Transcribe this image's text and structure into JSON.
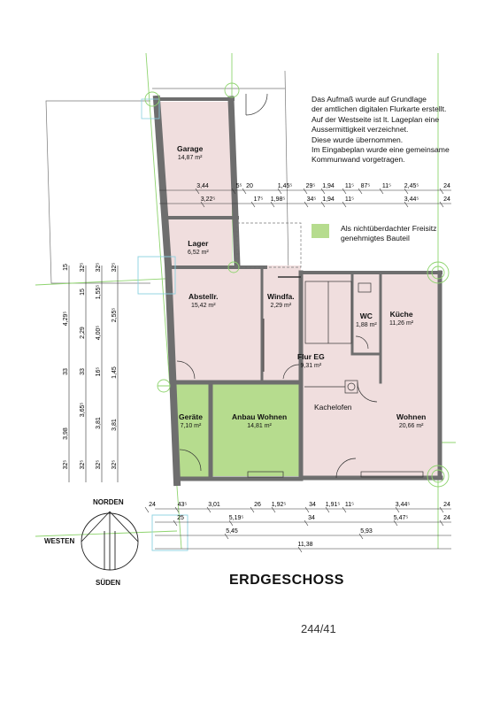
{
  "note": {
    "lines": [
      "Das Aufmaß wurde auf Grundlage",
      "der amtlichen digitalen Flurkarte erstellt.",
      "Auf der Westseite ist lt. Lageplan eine",
      "Aussermittigkeit verzeichnet.",
      "Diese wurde übernommen.",
      "Im Eingabeplan wurde eine gemeinsame",
      "Kommunwand vorgetragen."
    ]
  },
  "legend": {
    "line1": "Als nichtüberdachter Freisitz",
    "line2": "genehmigtes Bauteil",
    "color": "#b6dc8e"
  },
  "colors": {
    "room_fill": "#f0dede",
    "green_fill": "#b6dc8e",
    "wall": "#6e6e6e",
    "guide": "#8fd46f",
    "column_ring": "#8fd46f"
  },
  "rooms": [
    {
      "id": "garage",
      "name": "Garage",
      "area": "14,87 m²"
    },
    {
      "id": "lager",
      "name": "Lager",
      "area": "6,52 m²"
    },
    {
      "id": "abstell",
      "name": "Abstellr.",
      "area": "15,42 m²"
    },
    {
      "id": "windfang",
      "name": "Windfa.",
      "area": "2,29 m²"
    },
    {
      "id": "wc",
      "name": "WC",
      "area": "1,88 m²"
    },
    {
      "id": "kueche",
      "name": "Küche",
      "area": "11,26 m²"
    },
    {
      "id": "flur",
      "name": "Flur EG",
      "area": "9,31 m²"
    },
    {
      "id": "geraete",
      "name": "Geräte",
      "area": "7,10 m²"
    },
    {
      "id": "anbau",
      "name": "Anbau Wohnen",
      "area": "14,81 m²"
    },
    {
      "id": "wohnen",
      "name": "Wohnen",
      "area": "20,66 m²"
    }
  ],
  "kachelofen": "Kachelofen",
  "dims": {
    "top1": [
      "3,44",
      "5⁵",
      "20",
      "1,45⁵",
      "29⁵",
      "1,94",
      "11⁵",
      "87⁵",
      "11⁵",
      "2,45⁵",
      "24"
    ],
    "top2": [
      "3,22⁵",
      "17⁵",
      "1,98⁵",
      "34⁵",
      "1,94",
      "11⁵",
      "3,44⁵",
      "24"
    ],
    "bottom1": [
      "24",
      "43⁵",
      "3,01",
      "26",
      "1,92⁵",
      "34",
      "1,91⁵",
      "11⁵",
      "3,44⁵",
      "24"
    ],
    "bottom2": [
      "25",
      "5,19⁵",
      "34",
      "5,47⁵",
      "24"
    ],
    "bottom3": [
      "5,45",
      "5,93"
    ],
    "bottom4": [
      "11,38"
    ],
    "left_col1": [
      "15",
      "4,29⁵",
      "33",
      "3,98",
      "32⁵"
    ],
    "left_col2": [
      "32⁵",
      "15",
      "2,29",
      "33",
      "3,65⁵",
      "32⁵"
    ],
    "left_col3": [
      "32⁵",
      "1,55⁵",
      "4,00⁵",
      "16⁵",
      "3,81",
      "32⁵"
    ],
    "left_col4": [
      "32⁵",
      "2,55⁵",
      "1,45",
      "3,81",
      "32⁵"
    ]
  },
  "compass": {
    "north": "NORDEN",
    "west": "WESTEN",
    "south": "SÜDEN"
  },
  "title": "ERDGESCHOSS",
  "page_number": "244/41"
}
